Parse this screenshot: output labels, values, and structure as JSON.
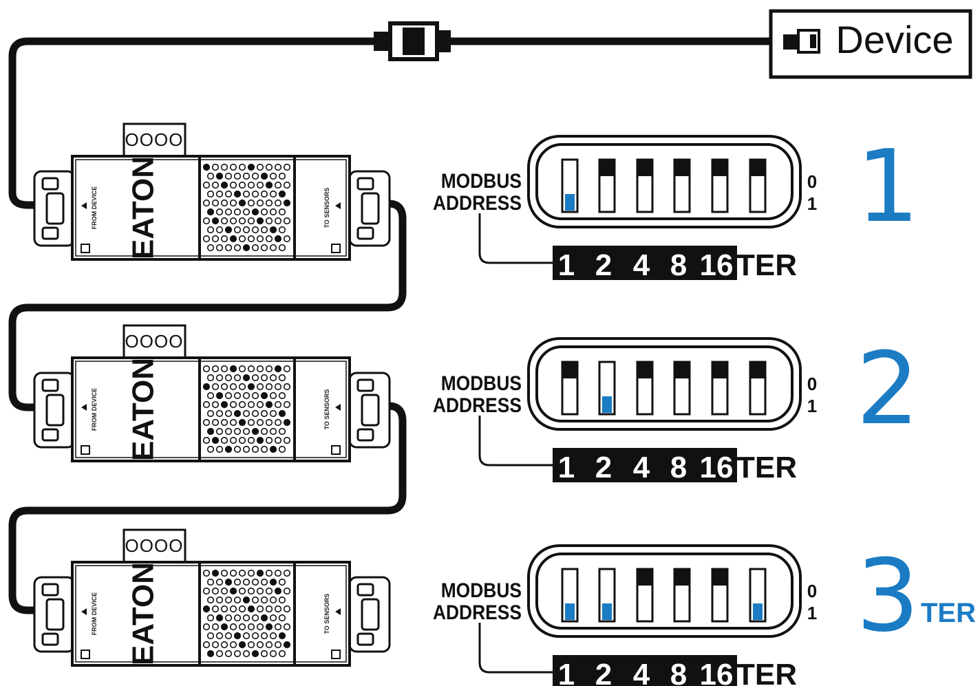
{
  "device_label": "Device",
  "colors": {
    "accent_blue": "#1b7cc4",
    "ink": "#111111",
    "cable": "#111111"
  },
  "modules": [
    {
      "brand": "EATON",
      "from_label": "FROM DEVICE",
      "to_label": "TO SENSORS",
      "terminal": "OOOO"
    },
    {
      "brand": "EATON",
      "from_label": "FROM DEVICE",
      "to_label": "TO SENSORS",
      "terminal": "OOOO"
    },
    {
      "brand": "EATON",
      "from_label": "FROM DEVICE",
      "to_label": "TO SENSORS",
      "terminal": "OOOO"
    }
  ],
  "dip_panels": [
    {
      "label_line1": "MODBUS",
      "label_line2": "ADDRESS",
      "state_off": "0",
      "state_on": "1",
      "switch_labels": [
        "1",
        "2",
        "4",
        "8",
        "16"
      ],
      "ter_label": "TER",
      "switches_on": [
        true,
        false,
        false,
        false,
        false,
        false
      ],
      "address": "1",
      "suffix": ""
    },
    {
      "label_line1": "MODBUS",
      "label_line2": "ADDRESS",
      "state_off": "0",
      "state_on": "1",
      "switch_labels": [
        "1",
        "2",
        "4",
        "8",
        "16"
      ],
      "ter_label": "TER",
      "switches_on": [
        false,
        true,
        false,
        false,
        false,
        false
      ],
      "address": "2",
      "suffix": ""
    },
    {
      "label_line1": "MODBUS",
      "label_line2": "ADDRESS",
      "state_off": "0",
      "state_on": "1",
      "switch_labels": [
        "1",
        "2",
        "4",
        "8",
        "16"
      ],
      "ter_label": "TER",
      "switches_on": [
        true,
        true,
        false,
        false,
        false,
        true
      ],
      "address": "3",
      "suffix": "TER"
    }
  ]
}
